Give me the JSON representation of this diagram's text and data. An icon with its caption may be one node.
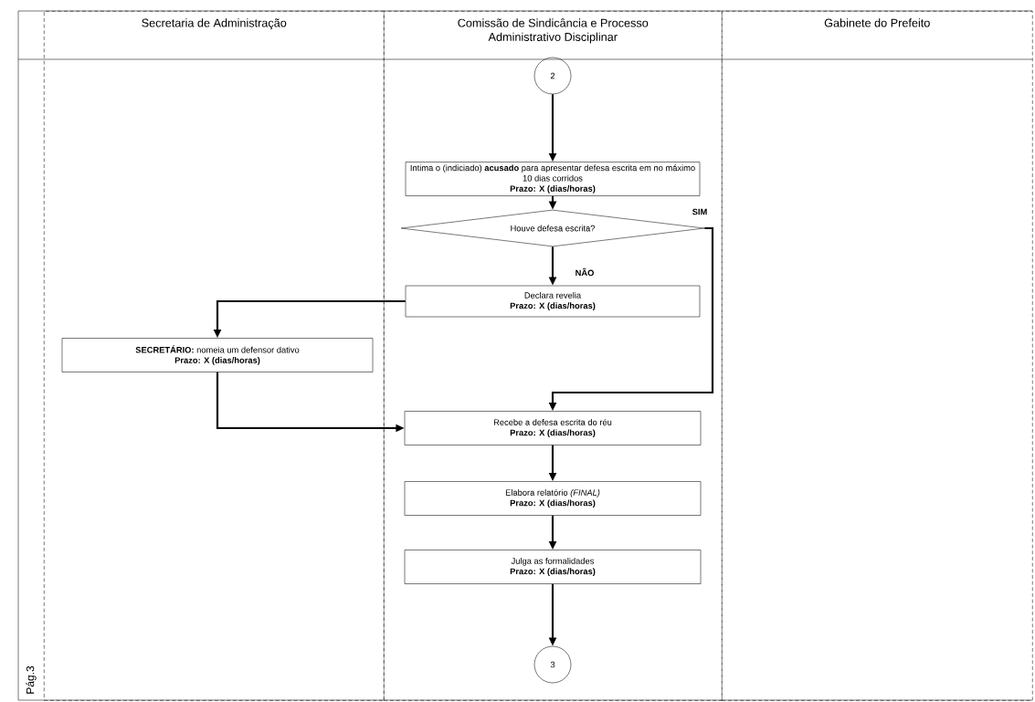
{
  "diagram": {
    "nodes": [
      {
        "text": [
          "Secretaria de Administração"
        ]
      },
      {
        "text": [
          "Comissão de Sindicância e Processo Administrativo Disciplinar"
        ]
      },
      {
        "text": [
          "Gabinete do Prefeito"
        ]
      },
      {
        "text": [
          "2"
        ],
        "in": 1
      },
      {
        "text": [
          "Intima  o (indiciado) **acusado** para apresentar defesa escrita em no máximo 10 dias corridos",
          "Prazo: X (dias/horas)"
        ],
        "in": 1
      },
      {
        "text": [
          "Houve defesa escrita?"
        ],
        "in": 1
      },
      {
        "text": [
          "Declara revelia",
          "Prazo: X (dias/horas)"
        ],
        "in": 1
      },
      {
        "text": [
          "**SECRETÁRIO:** nomeia um defensor dativo",
          "Prazo: X (dias/horas)"
        ],
        "in": 0
      },
      {
        "text": [
          "Recebe a defesa escrita do réu",
          "Prazo: X (dias/horas)"
        ],
        "in": 1
      },
      {
        "text": [
          "Elabora relatório *(FINAL)*",
          "Prazo: X (dias/horas)"
        ],
        "in": 1
      },
      {
        "text": [
          "Julga as formalidades",
          "Prazo: X (dias/horas)"
        ],
        "in": 1
      },
      {
        "text": [
          "3"
        ],
        "in": 1
      }
    ],
    "edges": [
      {
        "from": 3,
        "to": 4,
        "arrow": "to"
      },
      {
        "from": 4,
        "to": 5,
        "arrow": "to"
      },
      {
        "from": 5,
        "to": 6,
        "arrow": "to",
        "label": "NÃO"
      },
      {
        "from": 5,
        "to": 8,
        "arrow": "to",
        "label": "SIM"
      },
      {
        "from": 6,
        "to": 7,
        "arrow": "to"
      },
      {
        "from": 7,
        "to": 8,
        "arrow": "to"
      },
      {
        "from": 8,
        "to": 9,
        "arrow": "to"
      },
      {
        "from": 9,
        "to": 10,
        "arrow": "to"
      },
      {
        "from": 10,
        "to": 11,
        "arrow": "to"
      }
    ],
    "labels": [
      "Pág.3"
    ]
  }
}
